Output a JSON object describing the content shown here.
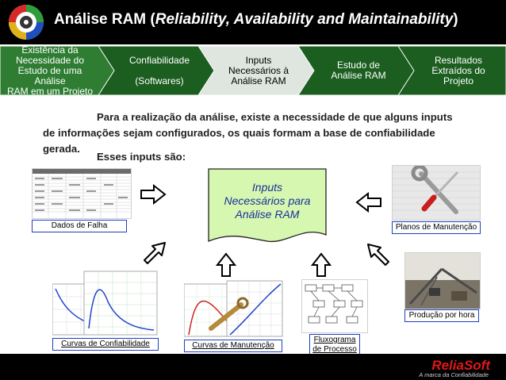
{
  "header": {
    "title": "Análise RAM (Reliability, Availability and Maintainability)",
    "title_prefix": "Análise RAM (",
    "title_italic": "Reliability, Availability and Maintainability",
    "title_suffix": ")",
    "logo_icon": "target-logo-icon"
  },
  "steps": [
    {
      "line1": "Existência da",
      "line2": "Necessidade do",
      "line3": "Estudo de uma Análise",
      "line4": "RAM em um Projeto",
      "color": "#2e7d32"
    },
    {
      "line1": "Confiabilidade",
      "line2": "",
      "line3": "(Softwares)",
      "line4": "",
      "color": "#1b5e20"
    },
    {
      "line1": "Inputs",
      "line2": "Necessários à",
      "line3": "Análise RAM",
      "line4": "",
      "color": "#dfe6df"
    },
    {
      "line1": "Estudo de",
      "line2": "Análise RAM",
      "line3": "",
      "line4": "",
      "color": "#1b5e20"
    },
    {
      "line1": "Resultados",
      "line2": "Extraídos do",
      "line3": "Projeto",
      "line4": "",
      "color": "#1b5e20"
    }
  ],
  "body": {
    "paragraph_line1": "Para a realização da análise, existe a necessidade de que alguns inputs",
    "paragraph_line2": "de informações sejam configurados, os quais formam a base de confiabilidade",
    "paragraph_line3": "gerada.",
    "inputs_intro": "Esses inputs são:"
  },
  "center": {
    "line1": "Inputs",
    "line2": "Necessários para",
    "line3": "Análise RAM"
  },
  "sources": {
    "dados_falha": "Dados de Falha",
    "planos_manutencao": "Planos de Manutenção",
    "producao_hora": "Produção por hora",
    "curvas_confiabilidade": "Curvas de Confiabilidade",
    "curvas_manutencao": "Curvas de Manutenção",
    "fluxograma_line1": "Fluxograma",
    "fluxograma_line2": "de Processo"
  },
  "footer": {
    "brand": "ReliaSoft",
    "tagline": "A marca da Confiabilidade"
  },
  "colors": {
    "header_bg": "#000000",
    "step_green": "#1b5e20",
    "step_highlight": "#dfe6df",
    "doc_fill": "#d6f7b0",
    "doc_text": "#1a2f9a",
    "label_border": "#1f3fbf",
    "brand_red": "#e01818"
  }
}
